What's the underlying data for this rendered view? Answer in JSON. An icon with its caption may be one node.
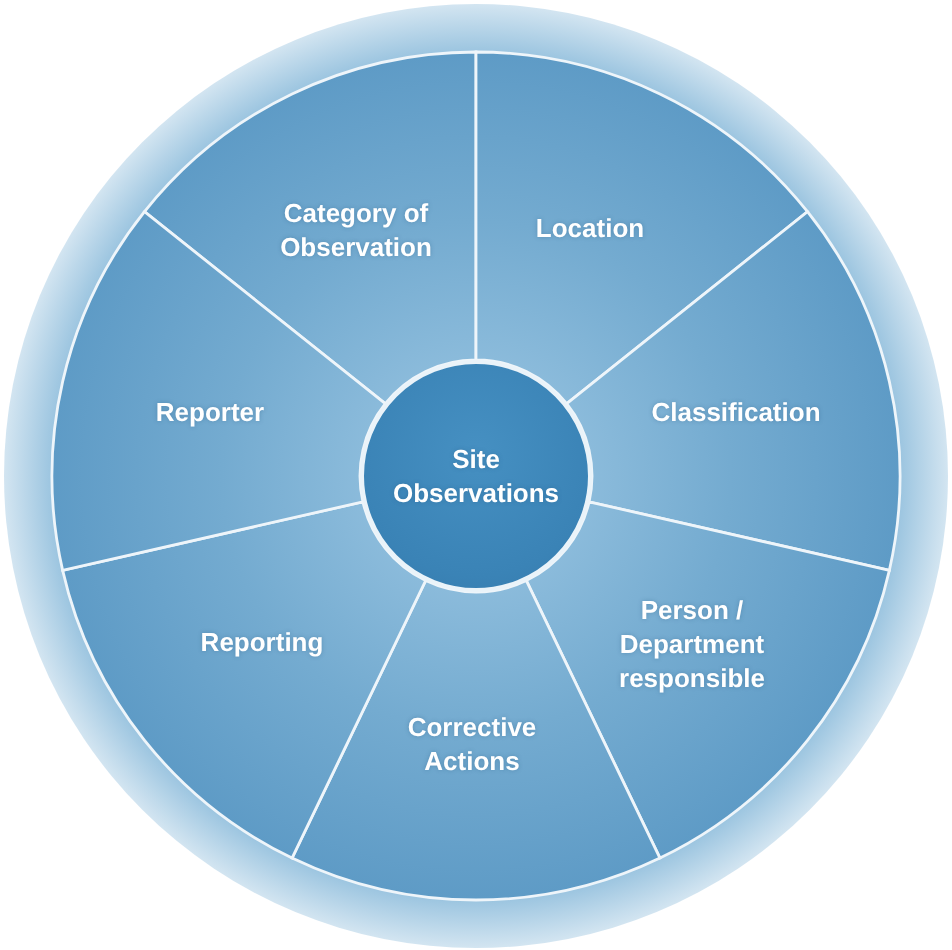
{
  "diagram": {
    "nodes": [
      {
        "text": [
          "Site Observations"
        ]
      },
      {
        "text": [
          "Category of Observation"
        ]
      },
      {
        "text": [
          "Location"
        ]
      },
      {
        "text": [
          "Classification"
        ]
      },
      {
        "text": [
          "Person / Department responsible"
        ]
      },
      {
        "text": [
          "Corrective Actions"
        ]
      },
      {
        "text": [
          "Reporting"
        ]
      },
      {
        "text": [
          "Reporter"
        ]
      }
    ]
  }
}
